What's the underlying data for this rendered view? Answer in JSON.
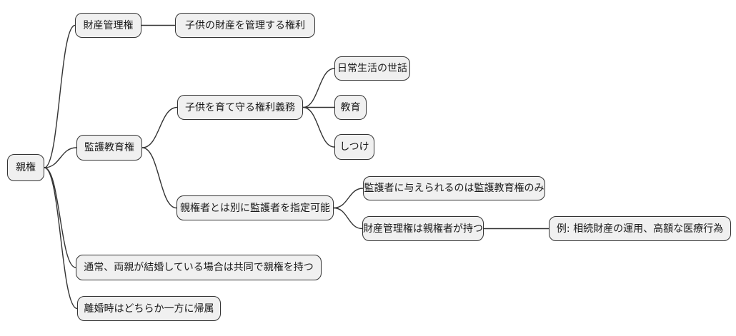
{
  "diagram": {
    "type": "mindmap",
    "nodes": {
      "root": {
        "label": "親権"
      },
      "property_mgmt": {
        "label": "財産管理権"
      },
      "property_mgmt_desc": {
        "label": "子供の財産を管理する権利"
      },
      "custody_edu": {
        "label": "監護教育権"
      },
      "raise_protect": {
        "label": "子供を育て守る権利義務"
      },
      "daily_care": {
        "label": "日常生活の世話"
      },
      "education": {
        "label": "教育"
      },
      "discipline": {
        "label": "しつけ"
      },
      "guardian_designation": {
        "label": "親権者とは別に監護者を指定可能"
      },
      "guardian_rights_limit": {
        "label": "監護者に与えられるのは監護教育権のみ"
      },
      "property_stays_parent": {
        "label": "財産管理権は親権者が持つ"
      },
      "example_note": {
        "label": "例: 相続財産の運用、高額な医療行為"
      },
      "married_joint": {
        "label": "通常、両親が結婚している場合は共同で親権を持つ"
      },
      "divorce_one_side": {
        "label": "離婚時はどちらか一方に帰属"
      }
    },
    "edges": [
      [
        "root",
        "property_mgmt"
      ],
      [
        "root",
        "custody_edu"
      ],
      [
        "root",
        "married_joint"
      ],
      [
        "root",
        "divorce_one_side"
      ],
      [
        "property_mgmt",
        "property_mgmt_desc"
      ],
      [
        "custody_edu",
        "raise_protect"
      ],
      [
        "custody_edu",
        "guardian_designation"
      ],
      [
        "raise_protect",
        "daily_care"
      ],
      [
        "raise_protect",
        "education"
      ],
      [
        "raise_protect",
        "discipline"
      ],
      [
        "guardian_designation",
        "guardian_rights_limit"
      ],
      [
        "guardian_designation",
        "property_stays_parent"
      ],
      [
        "property_stays_parent",
        "example_note"
      ]
    ],
    "colors": {
      "node_fill": "#f0f0f0",
      "node_border": "#333333",
      "edge": "#333333",
      "text": "#1a1a1a",
      "background": "#ffffff"
    }
  }
}
